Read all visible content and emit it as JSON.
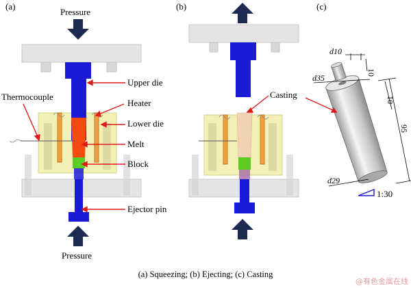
{
  "panels": {
    "a": {
      "tag": "(a)",
      "pressure_top": "Pressure",
      "pressure_bottom": "Pressure",
      "labels": {
        "upper_die": "Upper die",
        "heater": "Heater",
        "lower_die": "Lower die",
        "melt": "Melt",
        "block": "Block",
        "ejector_pin": "Ejector pin",
        "thermocouple": "Thermocouple"
      }
    },
    "b": {
      "tag": "(b)",
      "labels": {
        "casting": "Casting"
      }
    },
    "c": {
      "tag": "(c)",
      "dims": {
        "d10": "d10",
        "h10_top": "10",
        "d35": "d35",
        "h10_side": "10",
        "h95": "95",
        "d29": "d29",
        "taper": "1:30"
      }
    }
  },
  "caption": "(a) Squeezing; (b) Ejecting; (c) Casting",
  "watermark": "@有色金属在线",
  "colors": {
    "die_blue": "#1a1ad6",
    "melt_red": "#f24a10",
    "block_green": "#5ccc25",
    "arrow_navy": "#1c2a52",
    "leader_red": "#e01a1a",
    "lower_die_yellow": "#f2f0b4",
    "plate_gray": "#e4e4e4",
    "casting_tan": "#f0d2b4"
  }
}
